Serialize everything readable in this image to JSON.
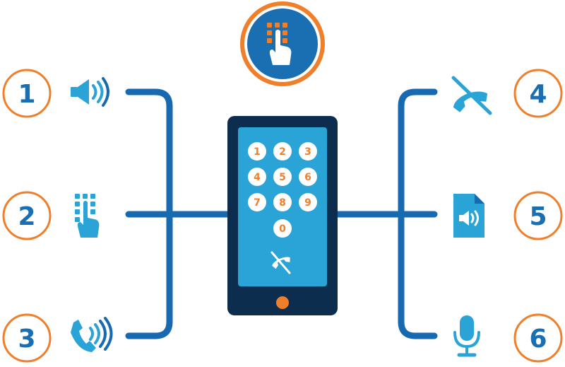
{
  "colors": {
    "blue": "#1769b0",
    "screen": "#2aa3d6",
    "phone_body": "#0d2d4f",
    "orange": "#f07f2c",
    "circle_bg": "#ffffff",
    "badge_blue": "#1a6fb3"
  },
  "options_left": [
    {
      "number": "1",
      "icon": "speaker-volume-icon"
    },
    {
      "number": "2",
      "icon": "keypad-press-icon"
    },
    {
      "number": "3",
      "icon": "phone-ringing-icon"
    }
  ],
  "options_right": [
    {
      "number": "4",
      "icon": "hang-up-icon"
    },
    {
      "number": "5",
      "icon": "audio-file-icon"
    },
    {
      "number": "6",
      "icon": "microphone-icon"
    }
  ],
  "badge": {
    "icon": "keypad-press-icon"
  },
  "phone": {
    "keys": [
      "1",
      "2",
      "3",
      "4",
      "5",
      "6",
      "7",
      "8",
      "9",
      "0"
    ],
    "end_icon": "hang-up-icon",
    "home_button": "home-button"
  }
}
